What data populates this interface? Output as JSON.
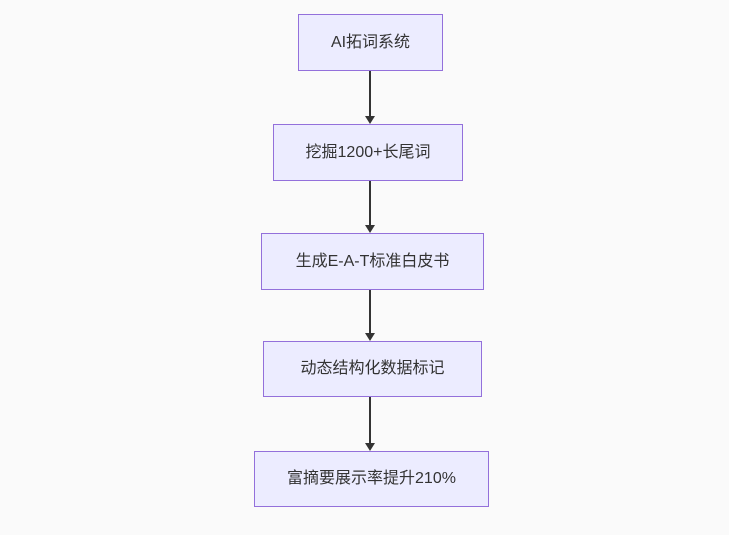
{
  "diagram": {
    "type": "flowchart",
    "direction": "top-down",
    "nodes": [
      {
        "id": "n1",
        "label": "AI拓词系统"
      },
      {
        "id": "n2",
        "label": "挖掘1200+长尾词"
      },
      {
        "id": "n3",
        "label": "生成E-A-T标准白皮书"
      },
      {
        "id": "n4",
        "label": "动态结构化数据标记"
      },
      {
        "id": "n5",
        "label": "富摘要展示率提升210%"
      }
    ],
    "edges": [
      {
        "from": "n1",
        "to": "n2",
        "style": "arrow-down"
      },
      {
        "from": "n2",
        "to": "n3",
        "style": "arrow-down"
      },
      {
        "from": "n3",
        "to": "n4",
        "style": "arrow-down"
      },
      {
        "from": "n4",
        "to": "n5",
        "style": "arrow-down"
      }
    ],
    "colors": {
      "node_fill": "#ECECFF",
      "node_border": "#9370DB",
      "text": "#333333",
      "arrow": "#333333",
      "background": "#fafafa"
    }
  }
}
